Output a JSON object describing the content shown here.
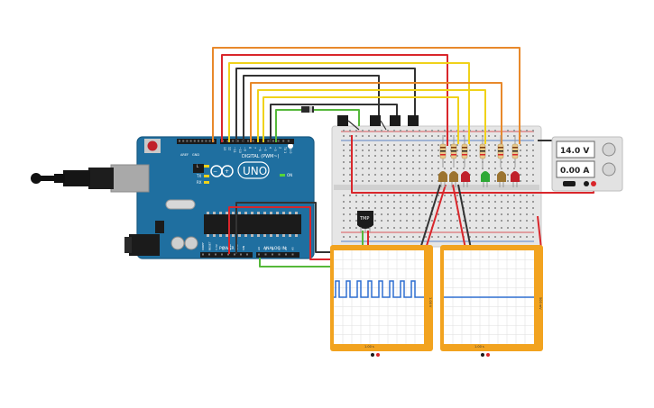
{
  "arduino": {
    "brand": "UNO",
    "label_digital": "DIGITAL (PWM~)",
    "label_power": "POWER",
    "label_analog": "ANALOG IN",
    "label_tx": "TX",
    "label_rx": "RX",
    "label_on": "ON",
    "label_aref": "AREF",
    "label_gnd": "GND",
    "label_l": "L",
    "pin_labels": [
      "13",
      "12",
      "~11",
      "~10",
      "~9",
      "8",
      "7",
      "~6",
      "~5",
      "4",
      "~3",
      "2",
      "TX 1",
      "RX 0"
    ],
    "power_labels": [
      "IOREF",
      "RESET",
      "3.3V",
      "5V",
      "GND",
      "GND",
      "VIN"
    ],
    "analog_labels": [
      "A0",
      "A1",
      "A2",
      "A3",
      "A4",
      "A5"
    ]
  },
  "sensor": {
    "label": "TMP"
  },
  "power_supply": {
    "voltage": "14.0 V",
    "current": "0.00 A"
  },
  "oscilloscope_left": {
    "scale_label": "1.00 s",
    "side_label": "1.00 V"
  },
  "oscilloscope_right": {
    "scale_label": "1.00 s",
    "side_label": "500 mV"
  },
  "colors": {
    "arduino_board": "#1f6fa0",
    "wire_orange": "#e8892b",
    "wire_red": "#d9262b",
    "wire_yellow": "#f0d21a",
    "wire_black": "#333333",
    "wire_green": "#55b83a",
    "scope_frame": "#f2a31f",
    "scope_trace": "#2e6fd0",
    "led_brown": "#9c7430",
    "led_green": "#2ea836",
    "led_red": "#c0202a"
  }
}
